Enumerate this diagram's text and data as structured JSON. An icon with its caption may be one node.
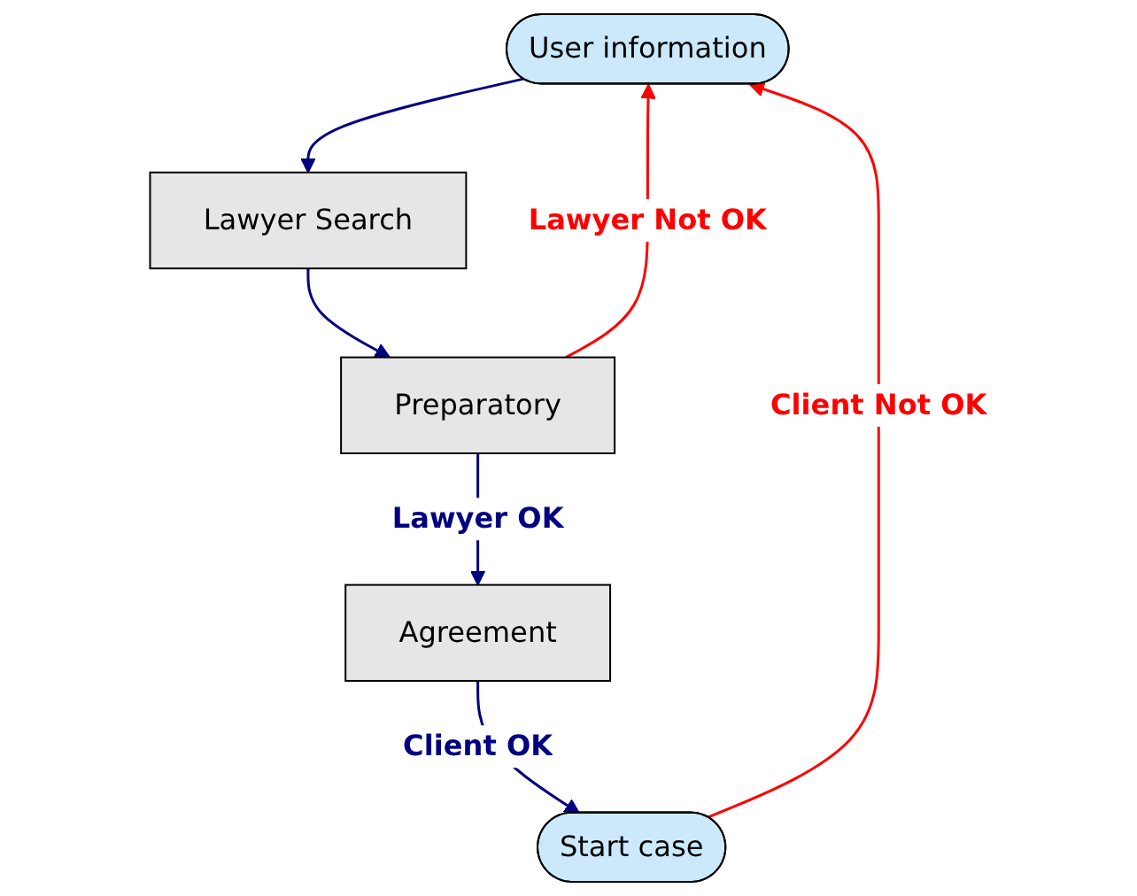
{
  "diagram": {
    "nodes": [
      {
        "text": [
          "User information"
        ]
      },
      {
        "text": [
          "Lawyer Search"
        ]
      },
      {
        "text": [
          "Preparatory"
        ]
      },
      {
        "text": [
          "Agreement"
        ]
      },
      {
        "text": [
          "Start case"
        ]
      }
    ],
    "edges": [
      {
        "from": 0,
        "to": 1,
        "arrow": "to"
      },
      {
        "from": 1,
        "to": 2,
        "arrow": "to"
      },
      {
        "from": 2,
        "to": 3,
        "arrow": "to",
        "label": "Lawyer OK"
      },
      {
        "from": 3,
        "to": 4,
        "arrow": "to",
        "label": "Client OK"
      },
      {
        "from": 2,
        "to": 0,
        "arrow": "to",
        "label": "Lawyer Not OK",
        "color": "#ff0000"
      },
      {
        "from": 4,
        "to": 0,
        "arrow": "to",
        "label": "Client Not OK",
        "color": "#ff0000"
      }
    ]
  }
}
